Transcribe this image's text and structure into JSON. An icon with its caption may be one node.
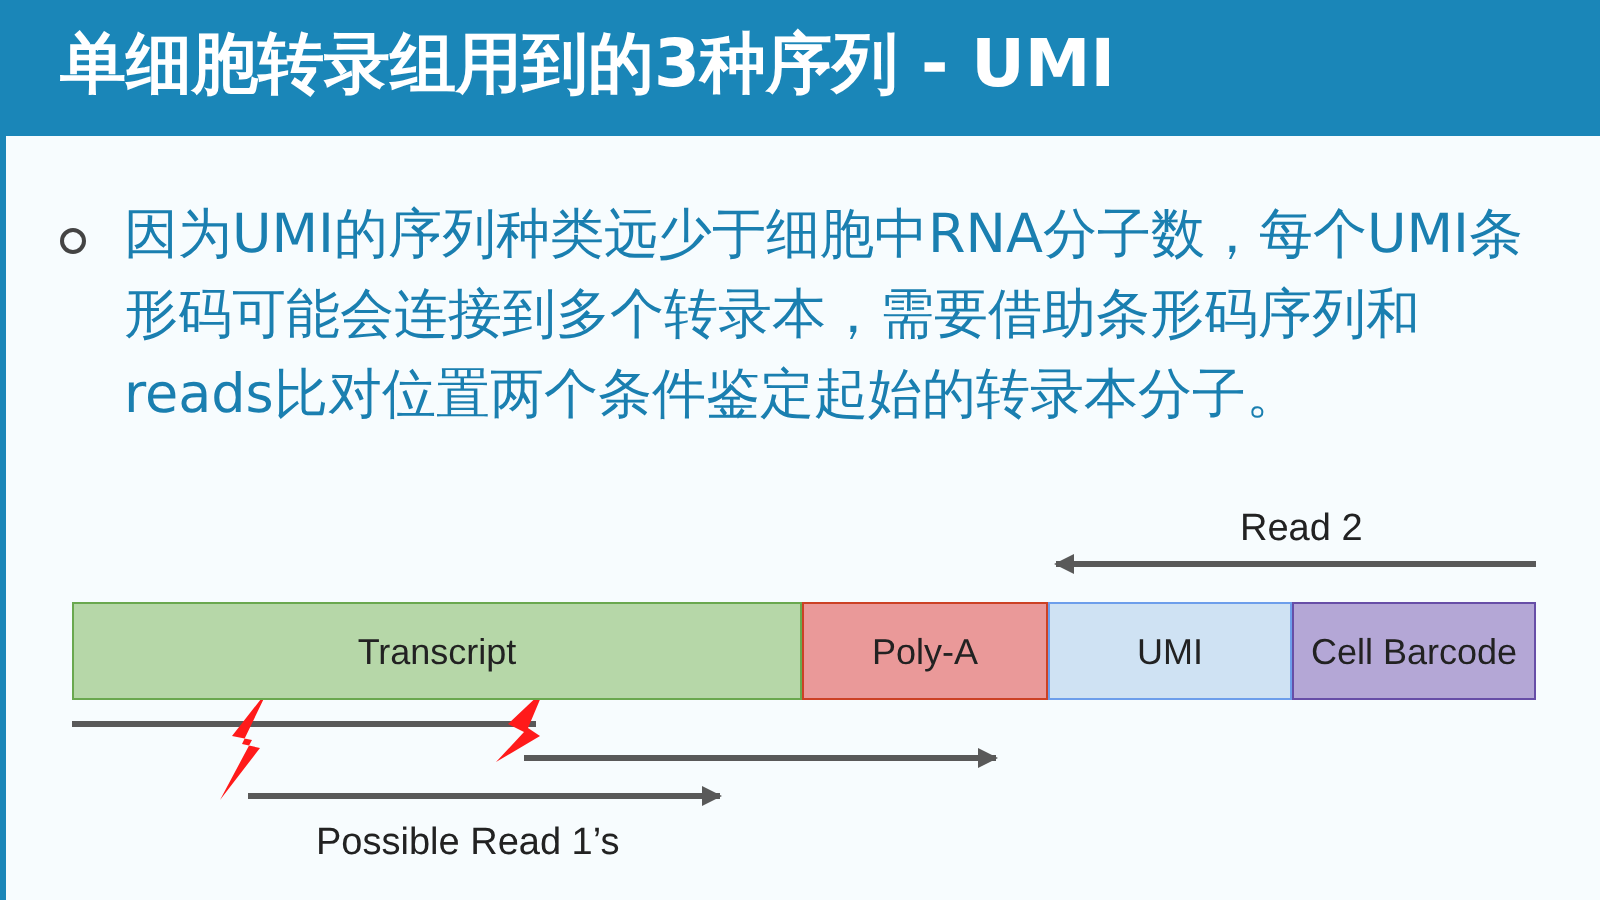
{
  "diagram": {
    "title": "单细胞转录组用到的3种序列 - UMI",
    "nodes": [
      {
        "text": [
          "Transcript"
        ]
      },
      {
        "text": [
          "Poly-A"
        ]
      },
      {
        "text": [
          "UMI"
        ]
      },
      {
        "text": [
          "Cell Barcode"
        ]
      }
    ],
    "labels": [
      "因为UMI的序列种类远少于细胞中RNA分子数，每个UMI条形码可能会连接到多个转录本，需要借助条形码序列和reads比对位置两个条件鉴定起始的转录本分子。",
      "Read 2",
      "Possible Read 1’s"
    ]
  }
}
